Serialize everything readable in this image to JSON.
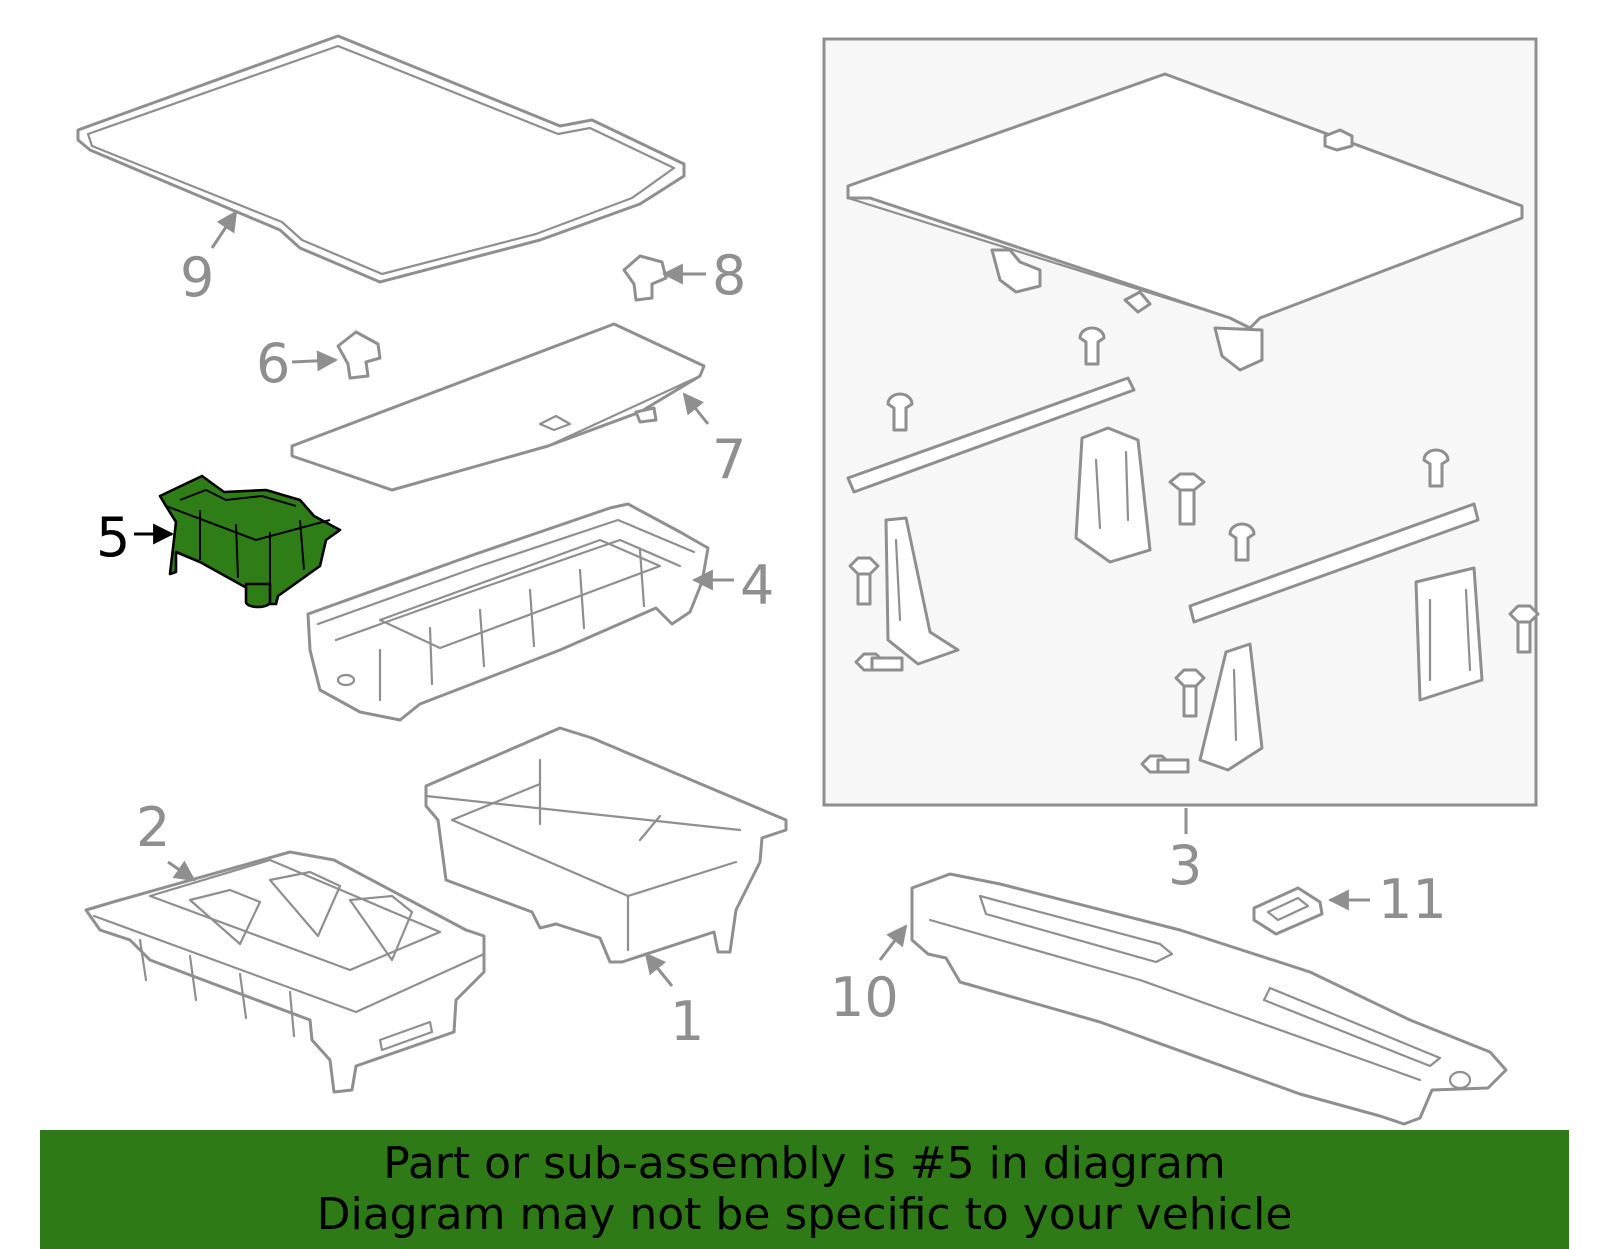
{
  "diagram": {
    "highlighted_part": "5",
    "callouts": {
      "p1": "1",
      "p2": "2",
      "p3": "3",
      "p4": "4",
      "p5": "5",
      "p6": "6",
      "p7": "7",
      "p8": "8",
      "p9": "9",
      "p10": "10",
      "p11": "11"
    }
  },
  "colors": {
    "line": "#8f8f8f",
    "inset_background": "#f7f7f7",
    "highlight": "#2f7d16",
    "banner": "#2e7a16"
  },
  "banner": {
    "line1": "Part or sub-assembly is #5 in diagram",
    "line2": "Diagram may not be specific to your vehicle"
  }
}
